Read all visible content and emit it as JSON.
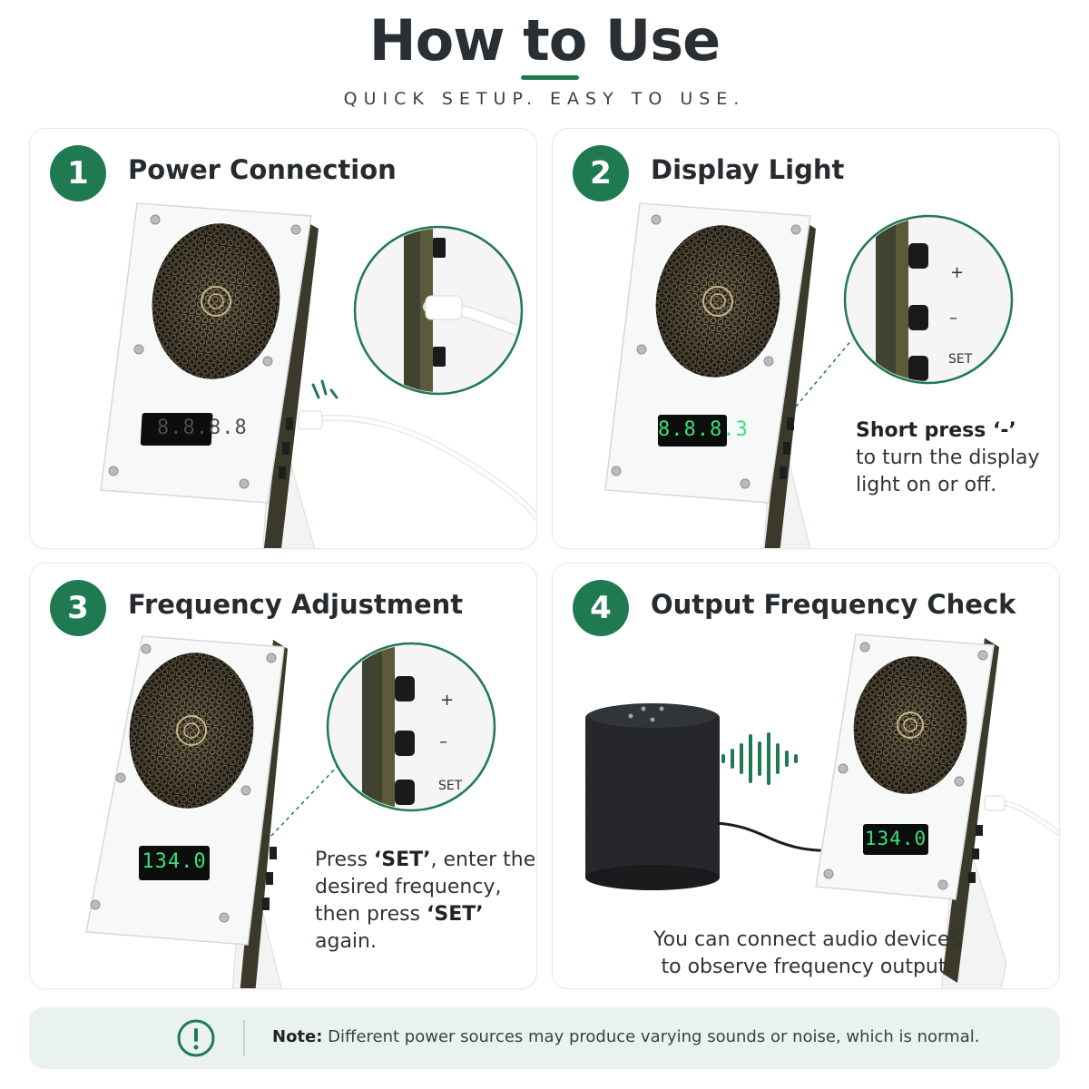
{
  "header": {
    "title": "How to Use",
    "subtitle": "QUICK SETUP. EASY TO USE."
  },
  "steps": [
    {
      "number": "1",
      "title": "Power Connection",
      "display": "8.8.8.8"
    },
    {
      "number": "2",
      "title": "Display Light",
      "display": "8.8.8.3",
      "caption_strong": "Short press ‘-’",
      "caption_line2": "to turn the display",
      "caption_line3": "light on or off.",
      "zoom_labels": {
        "plus": "+",
        "minus": "–",
        "set": "SET"
      }
    },
    {
      "number": "3",
      "title": "Frequency Adjustment",
      "display": "134.0",
      "caption_part1": "Press ",
      "caption_set1": "‘SET’",
      "caption_part2": ", enter the",
      "caption_line2": "desired frequency,",
      "caption_part3": "then press ",
      "caption_set2": "‘SET’",
      "caption_part4": " again.",
      "zoom_labels": {
        "plus": "+",
        "minus": "–",
        "set": "SET"
      }
    },
    {
      "number": "4",
      "title": "Output Frequency Check",
      "display": "134.0",
      "caption_line1": "You can connect audio devices",
      "caption_line2": "to observe frequency output."
    }
  ],
  "note": {
    "label": "Note:",
    "text": " Different power sources may produce varying sounds or noise, which is normal.",
    "icon": "exclamation-circle-icon"
  },
  "colors": {
    "accent": "#1f7a52",
    "led": "#39e07a",
    "coil": "#8a7a55"
  }
}
